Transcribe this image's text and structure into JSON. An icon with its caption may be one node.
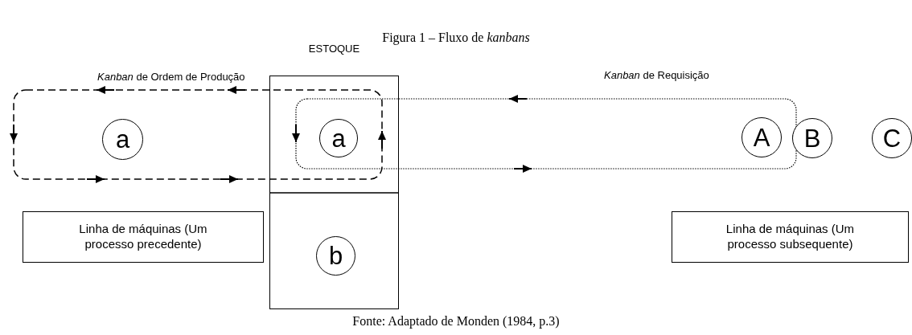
{
  "diagram": {
    "title": "Figura 1 – Fluxo de *kanbans*",
    "caption": "Fonte: Adaptado de Monden (1984, p.3)",
    "nodes": [
      {
        "text": [
          "ESTOQUE"
        ]
      },
      {
        "text": [
          "a"
        ]
      },
      {
        "text": [
          "a"
        ],
        "in": 0
      },
      {
        "text": [
          "b"
        ],
        "in": 0
      },
      {
        "text": [
          "A"
        ]
      },
      {
        "text": [
          "B"
        ]
      },
      {
        "text": [
          "C"
        ]
      },
      {
        "text": [
          "Linha de máquinas (Um processo precedente)"
        ]
      },
      {
        "text": [
          "Linha de máquinas (Um processo subsequente)"
        ]
      }
    ],
    "labels": [
      "*Kanban* de Ordem de Produção",
      "*Kanban* de Requisição"
    ]
  }
}
